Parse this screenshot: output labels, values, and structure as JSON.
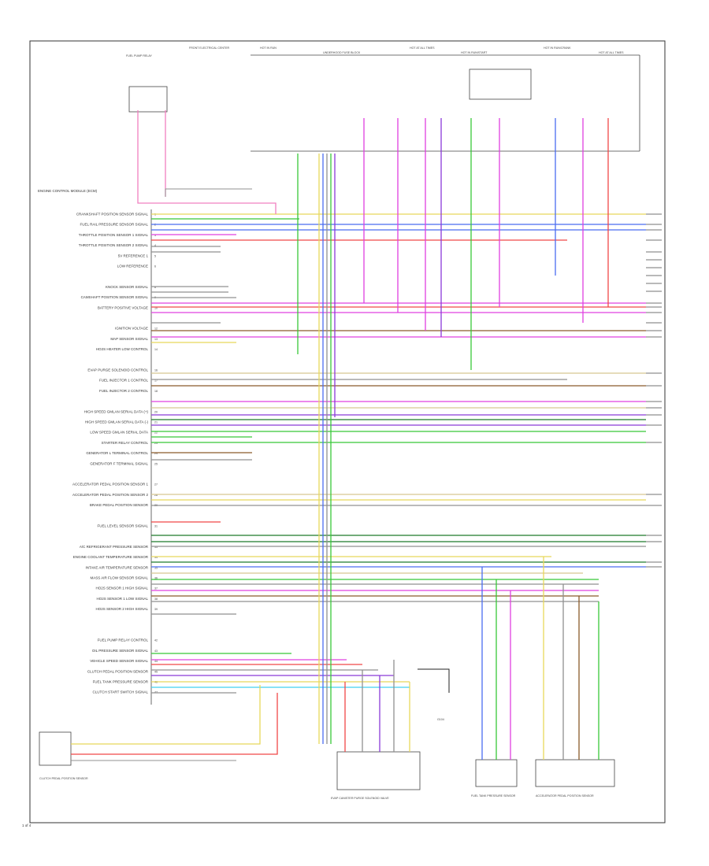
{
  "diagram": {
    "page_number": "1 of 4",
    "colors": {
      "frame": "#333333",
      "yellow": "#e8d85a",
      "blue": "#4a6cf0",
      "red": "#f04848",
      "green": "#38c838",
      "magenta": "#e040e0",
      "purple": "#8a3ad8",
      "brown": "#8a5a2a",
      "gray": "#909090",
      "tan": "#d8c890",
      "dkgreen": "#1f7a2a",
      "ltblue": "#40d0f0",
      "pink": "#f080c0",
      "black": "#222222"
    },
    "left_labels": [
      "CRANKSHAFT POSITION SENSOR SIGNAL",
      "FUEL RAIL PRESSURE SENSOR SIGNAL",
      "THROTTLE POSITION SENSOR 1 SIGNAL",
      "THROTTLE POSITION SENSOR 2 SIGNAL",
      "5V REFERENCE 1",
      "LOW REFERENCE",
      "",
      "KNOCK SENSOR SIGNAL",
      "CAMSHAFT POSITION SENSOR SIGNAL",
      "BATTERY POSITIVE VOLTAGE",
      "",
      "IGNITION VOLTAGE",
      "MAP SENSOR SIGNAL",
      "HO2S HEATER LOW CONTROL",
      "",
      "EVAP PURGE SOLENOID CONTROL",
      "FUEL INJECTOR 1 CONTROL",
      "FUEL INJECTOR 2 CONTROL",
      "",
      "HIGH SPEED GMLAN SERIAL DATA (+)",
      "HIGH SPEED GMLAN SERIAL DATA (-)",
      "LOW SPEED GMLAN SERIAL DATA",
      "STARTER RELAY CONTROL",
      "GENERATOR L TERMINAL CONTROL",
      "GENERATOR F TERMINAL SIGNAL",
      "",
      "ACCELERATOR PEDAL POSITION SENSOR 1",
      "ACCELERATOR PEDAL POSITION SENSOR 2",
      "BRAKE PEDAL POSITION SENSOR",
      "",
      "FUEL LEVEL SENSOR SIGNAL",
      "",
      "A/C REFRIGERANT PRESSURE SENSOR",
      "ENGINE COOLANT TEMPERATURE SENSOR",
      "INTAKE AIR TEMPERATURE SENSOR",
      "MASS AIR FLOW SENSOR SIGNAL",
      "HO2S SENSOR 1 HIGH SIGNAL",
      "HO2S SENSOR 1 LOW SIGNAL",
      "HO2S SENSOR 2 HIGH SIGNAL",
      "",
      "",
      "FUEL PUMP RELAY CONTROL",
      "OIL PRESSURE SENSOR SIGNAL",
      "VEHICLE SPEED SENSOR SIGNAL",
      "CLUTCH PEDAL POSITION SENSOR",
      "FUEL TANK PRESSURE SENSOR",
      "CLUTCH START SWITCH SIGNAL"
    ],
    "top_labels": [
      "FRONT ELECTRICAL CENTER",
      "UNDERHOOD FUSE BLOCK",
      "HOT AT ALL TIMES",
      "HOT IN RUN/START",
      "HOT IN RUN/CRANK",
      "HOT AT ALL TIMES",
      "HOT IN RUN"
    ],
    "pcm_title": "ENGINE CONTROL MODULE (ECM)",
    "components": {
      "evap": "EVAP CANISTER PURGE SOLENOID VALVE",
      "fuel_pump": "FUEL PUMP RELAY",
      "clutch": "CLUTCH PEDAL POSITION SENSOR",
      "fuel_tank": "FUEL TANK PRESSURE SENSOR",
      "accel": "ACCELERATOR PEDAL POSITION SENSOR",
      "ground": "G104"
    }
  }
}
